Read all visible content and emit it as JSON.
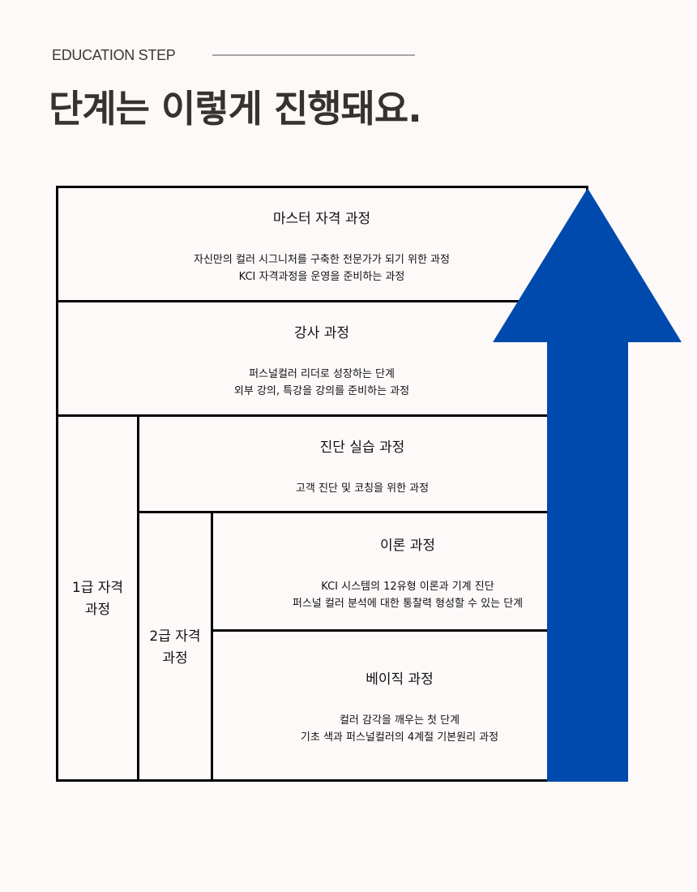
{
  "header": {
    "eyebrow": "EDUCATION STEP",
    "title": "단계는 이렇게 진행돼요."
  },
  "steps": [
    {
      "title": "마스터 자격 과정",
      "lines": [
        "자신만의 컬러 시그니처를 구축한 전문가가 되기 위한 과정",
        "KCI 자격과정을 운영을 준비하는 과정"
      ]
    },
    {
      "title": "강사 과정",
      "lines": [
        "퍼스널컬러 리더로 성장하는 단계",
        "외부 강의, 특강을 강의를 준비하는 과정"
      ]
    },
    {
      "title": "진단 실습 과정",
      "lines": [
        "고객 진단 및 코칭을 위한 과정"
      ]
    },
    {
      "title": "이론 과정",
      "lines": [
        "KCI 시스템의 12유형 이론과 기계 진단",
        "퍼스널 컬러 분석에 대한 통찰력 형성할 수 있는 단계"
      ]
    },
    {
      "title": "베이직 과정",
      "lines": [
        "컬러 감각을 깨우는 첫 단계",
        "기초 색과 퍼스널컬러의 4계절 기본원리 과정"
      ]
    }
  ],
  "groups": {
    "level1": [
      "1급 자격",
      "과정"
    ],
    "level2": [
      "2급 자격",
      "과정"
    ]
  },
  "colors": {
    "arrow": "#004AAD"
  }
}
